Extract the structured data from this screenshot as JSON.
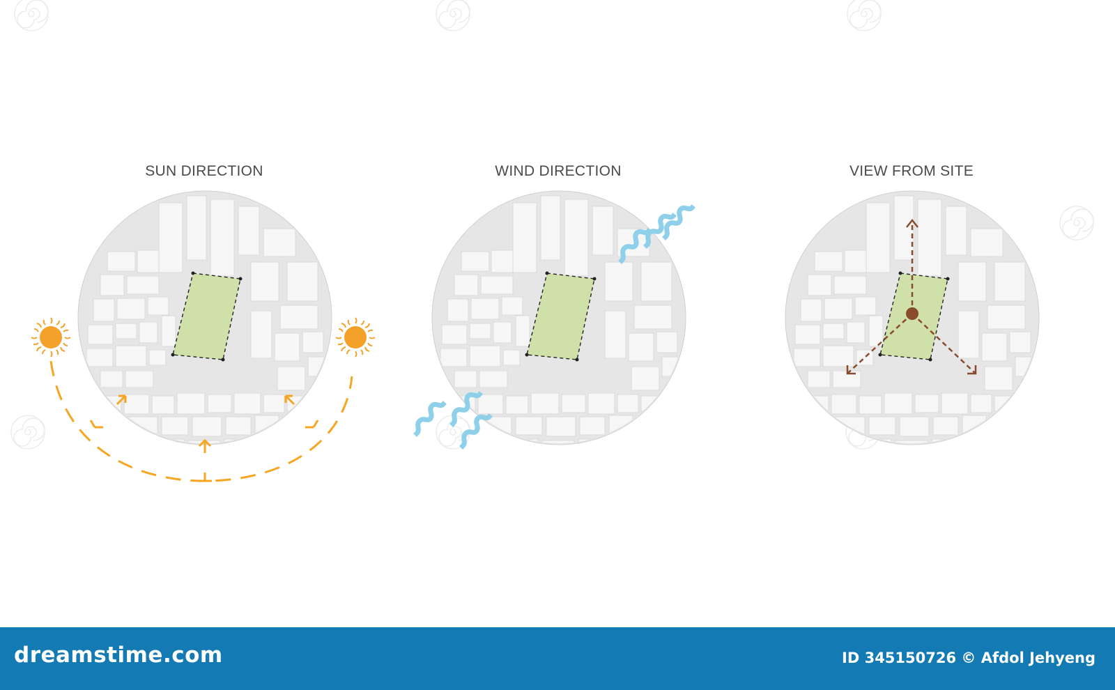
{
  "panels": {
    "sun": {
      "title": "SUN DIRECTION"
    },
    "wind": {
      "title": "WIND DIRECTION"
    },
    "view": {
      "title": "VIEW FROM SITE"
    }
  },
  "footer": {
    "brand": "dreamstime.com",
    "credit": "ID 345150726 © Afdol Jehyeng"
  },
  "colors": {
    "map_bg": "#e6e6e6",
    "block": "#f6f6f6",
    "site": "#cfe0a8",
    "sun": "#f4a12a",
    "sun_path": "#f5a623",
    "wind": "#8ed0ea",
    "view": "#8a4a2c",
    "footer": "#137ab4"
  },
  "icons": {
    "sun": "sun-icon",
    "wind": "wind-icon",
    "view": "view-arrow-icon",
    "watermark": "spiral-watermark-icon"
  }
}
